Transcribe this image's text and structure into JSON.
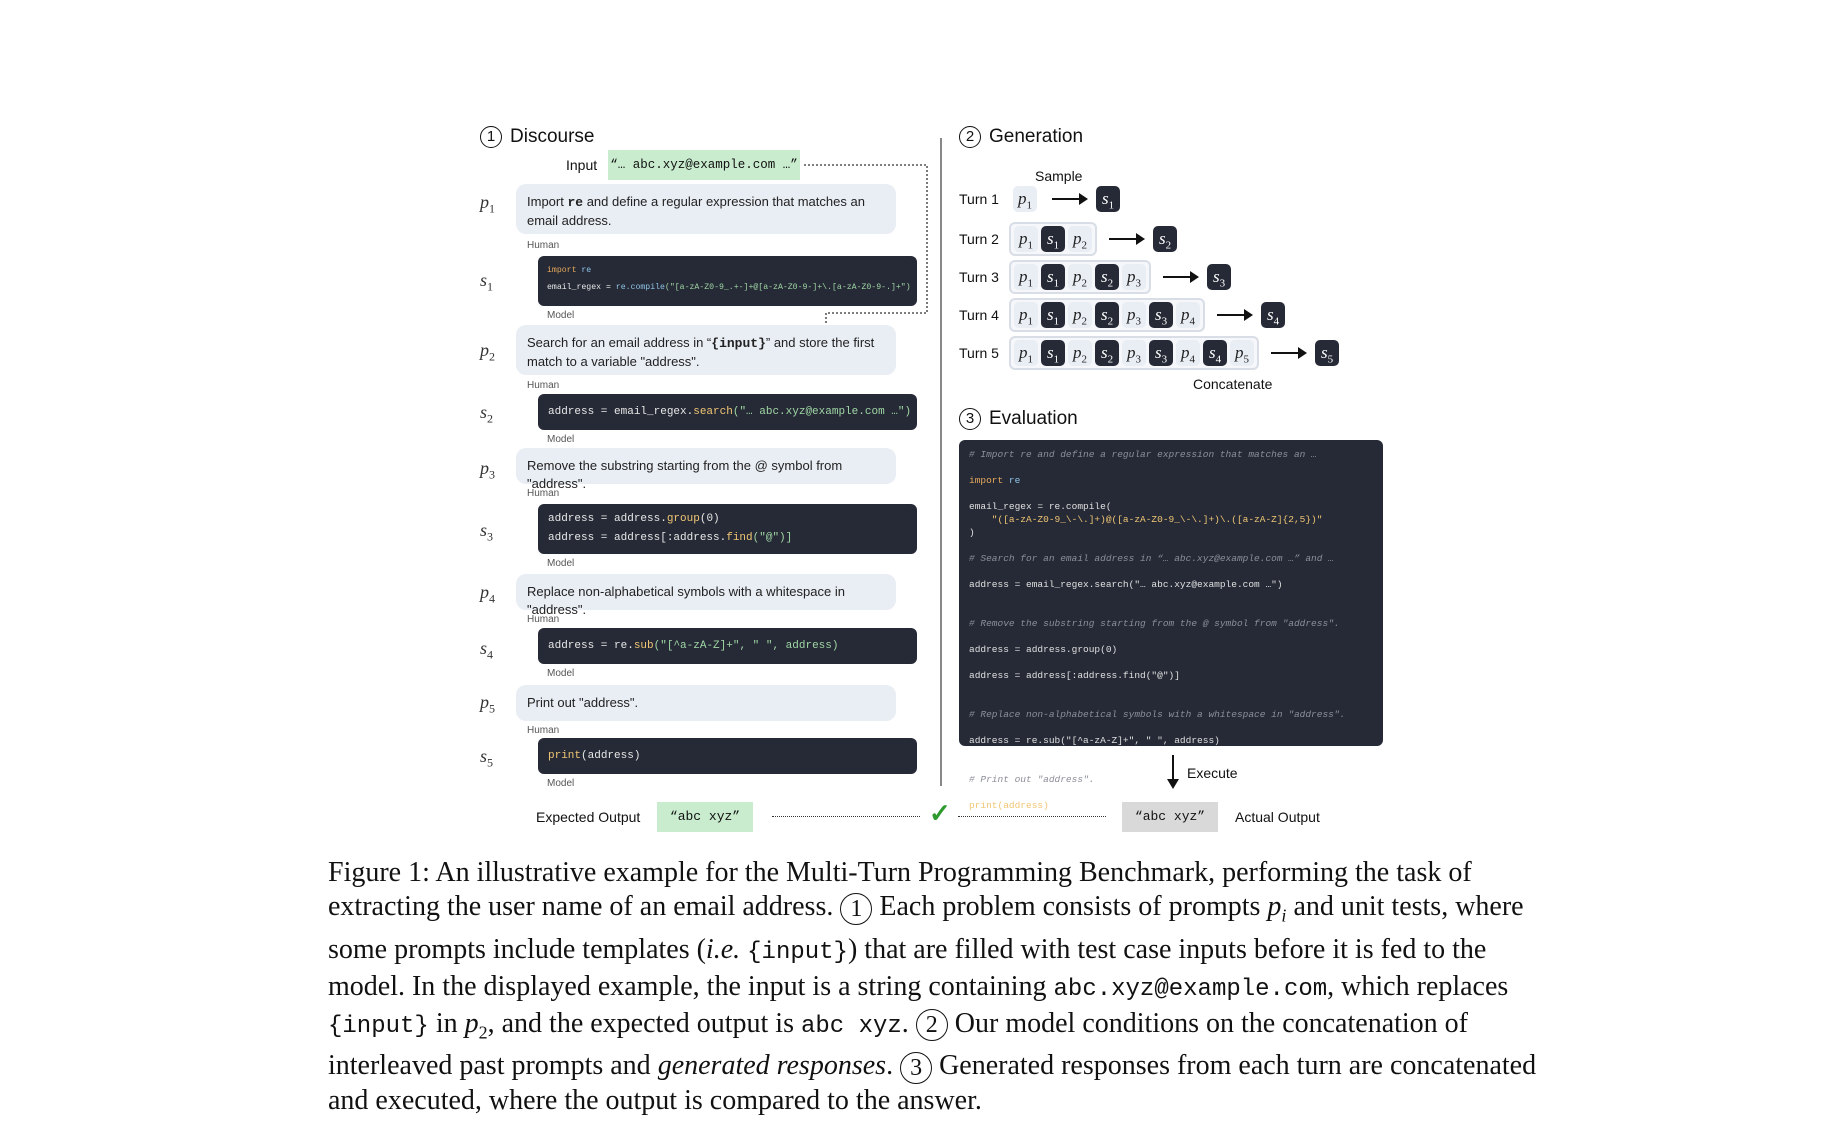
{
  "discourse": {
    "title": "Discourse",
    "num": "1",
    "input_label": "Input",
    "input_value": "“… abc.xyz@example.com …”",
    "turns": [
      {
        "p": "1",
        "prompt_pre": "Import ",
        "prompt_code": "re",
        "prompt_post": " and define a regular expression that matches an email address.",
        "s": "1"
      },
      {
        "p": "2",
        "prompt_pre": "Search for an email address in “",
        "prompt_code": "{input}",
        "prompt_post": "” and store the first match to a variable \"address\".",
        "s": "2"
      },
      {
        "p": "3",
        "prompt_pre": "Remove the substring starting from the @ symbol from \"address\".",
        "prompt_code": "",
        "prompt_post": "",
        "s": "3"
      },
      {
        "p": "4",
        "prompt_pre": "Replace non-alphabetical symbols with a whitespace in \"address\".",
        "prompt_code": "",
        "prompt_post": "",
        "s": "4"
      },
      {
        "p": "5",
        "prompt_pre": "Print out \"address\".",
        "prompt_code": "",
        "prompt_post": "",
        "s": "5"
      }
    ],
    "human_label": "Human",
    "model_label": "Model",
    "code1_l1_kw": "import",
    "code1_l1_rest": " re",
    "code1_l2_a": "email_regex = ",
    "code1_l2_fn": "re.compile",
    "code1_l2_str": "(\"[a-zA-Z0-9_.+-]+@[a-zA-Z0-9-]+\\.[a-zA-Z0-9-.]+\")",
    "code2_a": "address = email_regex.",
    "code2_fn": "search",
    "code2_str": "(\"… abc.xyz@example.com …\")",
    "code3_l1_a": "address = address.",
    "code3_l1_fn": "group",
    "code3_l1_b": "(0)",
    "code3_l2_a": "address = address[:address.",
    "code3_l2_fn": "find",
    "code3_l2_str": "(\"@\")]",
    "code4_a": "address = re.",
    "code4_fn": "sub",
    "code4_str": "(\"[^a-zA-Z]+\", \" \", address)",
    "code5_fn": "print",
    "code5_rest": "(address)"
  },
  "generation": {
    "title": "Generation",
    "num": "2",
    "sample_label": "Sample",
    "concat_label": "Concatenate",
    "turn_labels": [
      "Turn 1",
      "Turn 2",
      "Turn 3",
      "Turn 4",
      "Turn 5"
    ]
  },
  "evaluation": {
    "title": "Evaluation",
    "num": "3",
    "execute_label": "Execute",
    "cm1": "# Import re and define a regular expression that matches an …",
    "l_import": "import",
    "l_re": " re",
    "l_compile_a": "email_regex = re.compile(",
    "l_compile_str": "    \"([a-zA-Z0-9_\\-\\.]+)@([a-zA-Z0-9_\\-\\.]+)\\.([a-zA-Z]{2,5})\"",
    "l_close": ")",
    "cm2": "# Search for an email address in “… abc.xyz@example.com …” and …",
    "l_search": "address = email_regex.search(\"… abc.xyz@example.com …\")",
    "cm3": "# Remove the substring starting from the @ symbol from \"address\".",
    "l_group": "address = address.group(0)",
    "l_find": "address = address[:address.find(\"@\")]",
    "cm4": "# Replace non-alphabetical symbols with a whitespace in \"address\".",
    "l_sub": "address = re.sub(\"[^a-zA-Z]+\", \" \", address)",
    "cm5": "# Print out \"address\".",
    "l_print": "print(address)"
  },
  "outputs": {
    "expected_label": "Expected Output",
    "expected_value": "“abc xyz”",
    "actual_label": "Actual Output",
    "actual_value": "“abc xyz”",
    "check": "✓"
  },
  "caption": {
    "fig": "Figure 1:",
    "t1": " An illustrative example for the Multi-Turn Programming Benchmark, performing the task of extracting the user name of an email address. ",
    "c1": "1",
    "t2": " Each problem consists of prompts ",
    "t3": " and unit tests, where some prompts include templates (",
    "ie": "i.e.",
    "t4_code": "{input}",
    "t5": ") that are filled with test case inputs before it is fed to the model. In the displayed example, the input is a string containing ",
    "t6_code": "abc.xyz@example.com",
    "t7": ", which replaces ",
    "t8_code": "{input}",
    "t9": " in ",
    "t10": ", and the expected output is ",
    "t11_code": "abc xyz",
    "t12": ". ",
    "c2": "2",
    "t13": " Our model conditions on the concatenation of interleaved past prompts and ",
    "gen": "generated responses",
    "t14": ". ",
    "c3": "3",
    "t15": " Generated responses from each turn are concatenated and executed, where the output is compared to the answer."
  }
}
